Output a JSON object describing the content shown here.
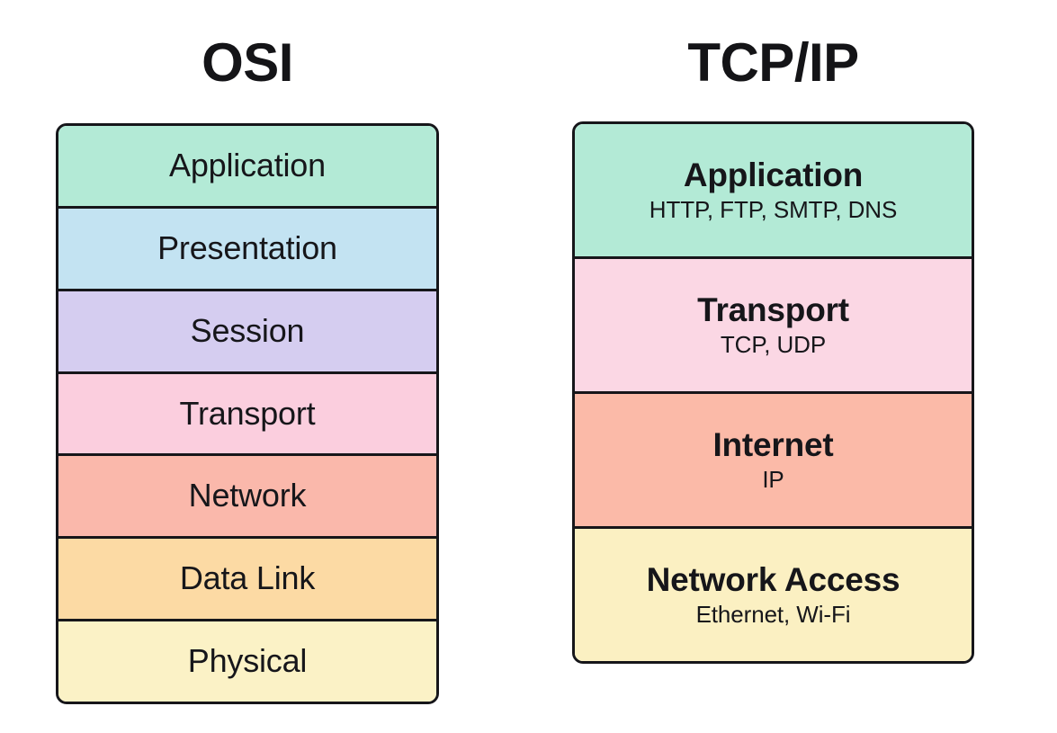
{
  "diagram": {
    "background_color": "#ffffff",
    "border_color": "#16161a",
    "text_color": "#16161a"
  },
  "osi": {
    "title": "OSI",
    "layers": [
      {
        "name": "Application",
        "color": "#b3ead6"
      },
      {
        "name": "Presentation",
        "color": "#c3e3f2"
      },
      {
        "name": "Session",
        "color": "#d5cdf0"
      },
      {
        "name": "Transport",
        "color": "#fbcede"
      },
      {
        "name": "Network",
        "color": "#fab8ab"
      },
      {
        "name": "Data Link",
        "color": "#fcdaa4"
      },
      {
        "name": "Physical",
        "color": "#fbf2c6"
      }
    ]
  },
  "tcpip": {
    "title": "TCP/IP",
    "layers": [
      {
        "name": "Application",
        "protocols": "HTTP, FTP, SMTP, DNS",
        "color": "#b3ead6"
      },
      {
        "name": "Transport",
        "protocols": "TCP, UDP",
        "color": "#fbd7e4"
      },
      {
        "name": "Internet",
        "protocols": "IP",
        "color": "#fbbaa8"
      },
      {
        "name": "Network Access",
        "protocols": "Ethernet, Wi-Fi",
        "color": "#fbf0c2"
      }
    ]
  }
}
